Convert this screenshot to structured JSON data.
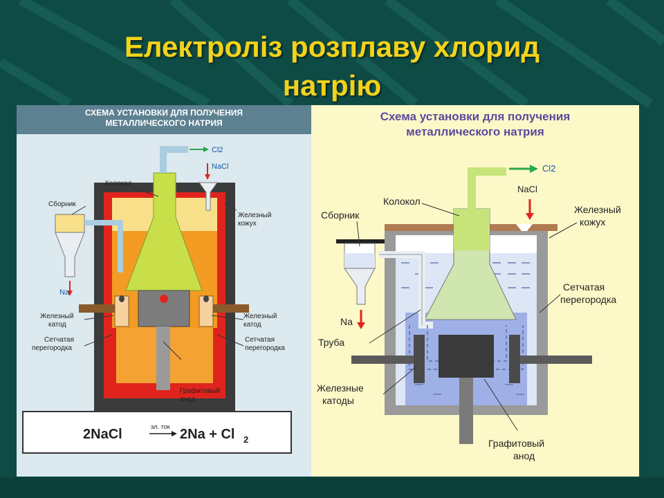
{
  "slide": {
    "title_line1": "Електроліз розплаву хлорид",
    "title_line2": "натрію",
    "colors": {
      "background": "#0f4b45",
      "title": "#f2d21b"
    }
  },
  "left_diagram": {
    "header_line1": "СХЕМА УСТАНОВКИ ДЛЯ ПОЛУЧЕНИЯ",
    "header_line2": "МЕТАЛЛИЧЕСКОГО НАТРИЯ",
    "labels": {
      "cl2": "Cl2",
      "nacl": "NaCl",
      "kolokol": "Колокол",
      "sbornik": "Сборник",
      "zhelezny_kozhukh_1": "Железный",
      "zhelezny_kozhukh_2": "кожух",
      "na": "Na",
      "katod_left_1": "Железный",
      "katod_left_2": "катод",
      "katod_right_1": "Железный",
      "katod_right_2": "катод",
      "peregorodka_left_1": "Сетчатая",
      "peregorodka_left_2": "перегородка",
      "peregorodka_right_1": "Сетчатая",
      "peregorodka_right_2": "перегородка",
      "anod_1": "Графитовый",
      "anod_2": "анод"
    },
    "equation": {
      "left": "2NaCl",
      "arrow_label": "эл. ток",
      "right": "2Na + Cl",
      "subscript": "2"
    }
  },
  "right_diagram": {
    "header_line1": "Схема установки для получения",
    "header_line2": "металлического натрия",
    "labels": {
      "cl2": "Cl2",
      "nacl": "NaCl",
      "kolokol": "Колокол",
      "sbornik": "Сборник",
      "zhelezny_kozhukh_1": "Железный",
      "zhelezny_kozhukh_2": "кожух",
      "peregorodka_1": "Сетчатая",
      "peregorodka_2": "перегородка",
      "na": "Na",
      "truba": "Труба",
      "katody_1": "Железные",
      "katody_2": "катоды",
      "anod_1": "Графитовый",
      "anod_2": "анод"
    }
  }
}
